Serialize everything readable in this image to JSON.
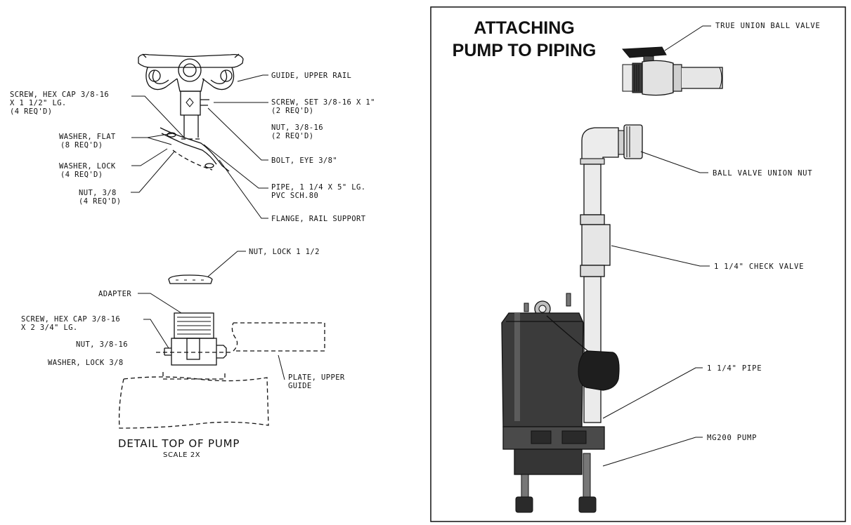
{
  "left_panel": {
    "labels": {
      "guide_upper_rail": "GUIDE, UPPER RAIL",
      "screw_hex_cap_1": "SCREW, HEX CAP 3/8-16",
      "screw_hex_cap_1_b": "X 1 1/2\" LG.",
      "screw_hex_cap_1_c": "(4 REQ'D)",
      "screw_set": "SCREW, SET 3/8-16 X 1\"",
      "screw_set_b": "(2 REQ'D)",
      "nut_3816_top": "NUT, 3/8-16",
      "nut_3816_top_b": "(2 REQ'D)",
      "washer_flat": "WASHER, FLAT",
      "washer_flat_b": "(8 REQ'D)",
      "washer_lock": "WASHER, LOCK",
      "washer_lock_b": "(4 REQ'D)",
      "bolt_eye": "BOLT, EYE 3/8\"",
      "nut_38": "NUT, 3/8",
      "nut_38_b": "(4 REQ'D)",
      "pipe": "PIPE, 1 1/4 X 5\" LG.",
      "pipe_b": "PVC SCH.80",
      "flange": "FLANGE, RAIL SUPPORT",
      "nut_lock": "NUT, LOCK 1 1/2",
      "adapter": "ADAPTER",
      "screw_hex_cap_2": "SCREW, HEX CAP 3/8-16",
      "screw_hex_cap_2_b": "X 2 3/4\" LG.",
      "nut_3816_bottom": "NUT, 3/8-16",
      "washer_lock_38": "WASHER, LOCK 3/8",
      "plate_upper_guide": "PLATE, UPPER",
      "plate_upper_guide_b": "GUIDE"
    },
    "caption": "DETAIL TOP OF PUMP",
    "scale": "SCALE 2X"
  },
  "right_panel": {
    "title_line1": "ATTACHING",
    "title_line2": "PUMP TO PIPING",
    "labels": {
      "ball_valve": "TRUE UNION BALL VALVE",
      "union_nut": "BALL VALVE UNION NUT",
      "check_valve": "1 1/4\" CHECK VALVE",
      "pipe": "1 1/4\" PIPE",
      "pump": "MG200 PUMP"
    }
  }
}
